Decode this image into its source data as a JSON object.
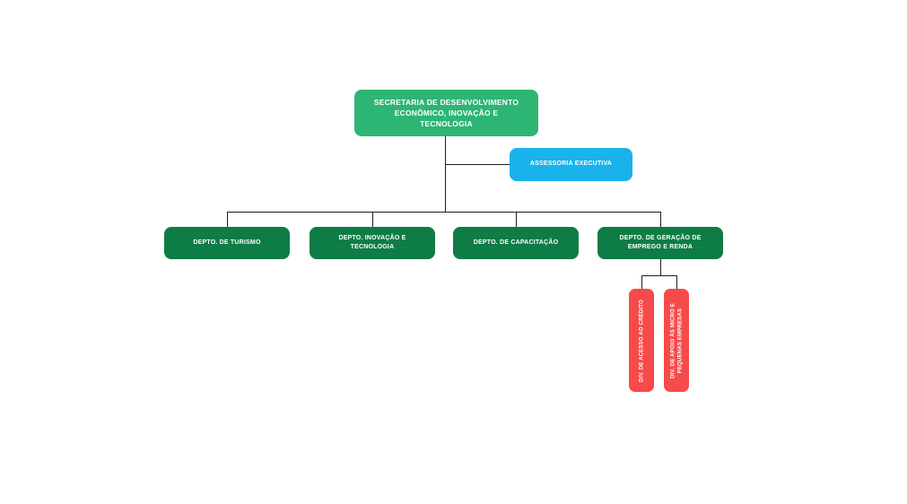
{
  "org": {
    "root": {
      "label": "SECRETARIA DE DESENVOLVIMENTO ECONÔMICO, INOVAÇÃO E TECNOLOGIA"
    },
    "assessoria": {
      "label": "ASSESSORIA EXECUTIVA"
    },
    "departments": [
      {
        "label": "DEPTO. DE TURISMO"
      },
      {
        "label": "DEPTO. INOVAÇÃO E TECNOLOGIA"
      },
      {
        "label": "DEPTO. DE CAPACITAÇÃO"
      },
      {
        "label": "DEPTO. DE GERAÇÃO DE EMPREGO E RENDA"
      }
    ],
    "divisions": [
      {
        "label": "DIV. DE ACESSO AO CRÉDITO"
      },
      {
        "label": "DIV. DE APOIO ÀS MICRO E PEQUENAS EMPRESAS"
      }
    ]
  },
  "colors": {
    "root_green": "#2db573",
    "dept_green": "#0e7c45",
    "assessoria_blue": "#1ab2ea",
    "division_red": "#f74a4a",
    "connector": "#1f1f1f",
    "text": "#ffffff",
    "background": "#ffffff"
  }
}
